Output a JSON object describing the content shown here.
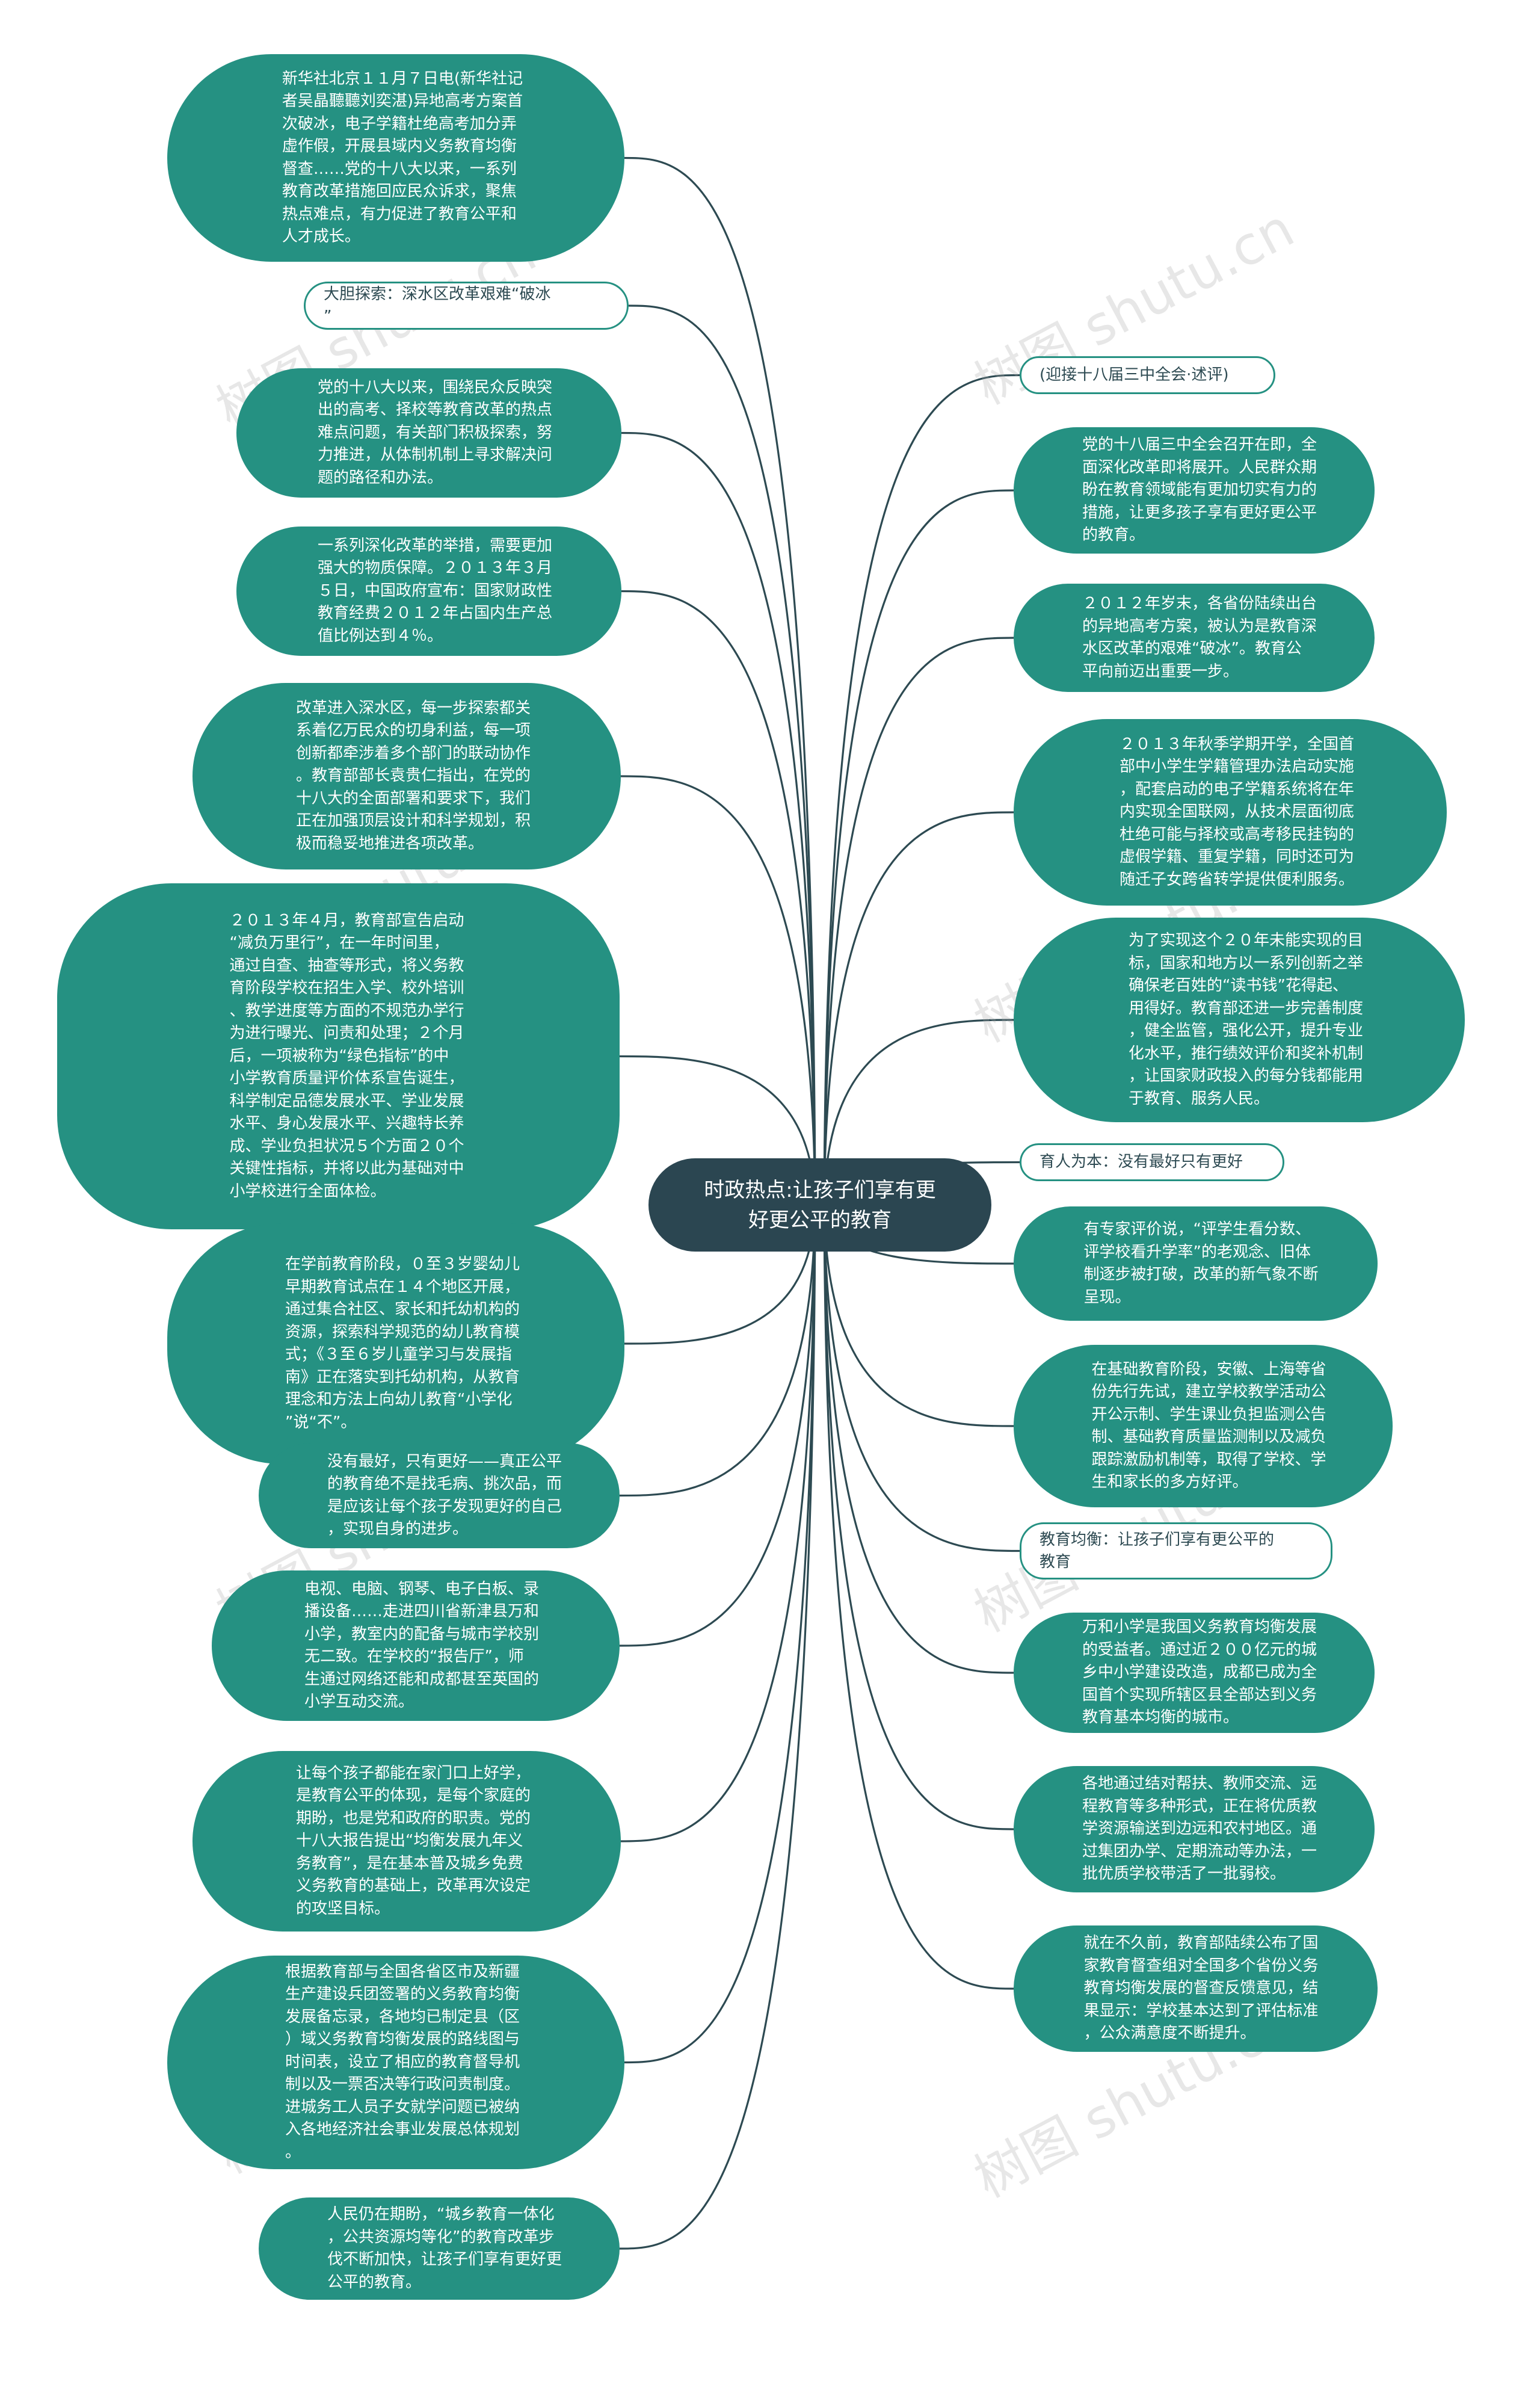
{
  "center": {
    "text": "时政热点:让孩子们享有更\n好更公平的教育"
  },
  "left_nodes": [
    {
      "text": "新华社北京１１月７日电(新华社记\n者吴晶聽聽刘奕湛)异地高考方案首\n次破冰，电子学籍杜绝高考加分弄\n虚作假，开展县域内义务教育均衡\n督查……党的十八大以来，一系列\n教育改革措施回应民众诉求，聚焦\n热点难点，有力促进了教育公平和\n人才成长。"
    },
    {
      "text": "大胆探索：深水区改革艰难“破冰\n”"
    },
    {
      "text": "党的十八大以来，围绕民众反映突\n出的高考、择校等教育改革的热点\n难点问题，有关部门积极探索，努\n力推进，从体制机制上寻求解决问\n题的路径和办法。"
    },
    {
      "text": "一系列深化改革的举措，需要更加\n强大的物质保障。２０１３年３月\n５日，中国政府宣布：国家财政性\n教育经费２０１２年占国内生产总\n值比例达到４％。"
    },
    {
      "text": "改革进入深水区，每一步探索都关\n系着亿万民众的切身利益，每一项\n创新都牵涉着多个部门的联动协作\n。教育部部长袁贵仁指出，在党的\n十八大的全面部署和要求下，我们\n正在加强顶层设计和科学规划，积\n极而稳妥地推进各项改革。"
    },
    {
      "text": "２０１３年４月，教育部宣告启动\n“减负万里行”，在一年时间里，\n通过自查、抽查等形式，将义务教\n育阶段学校在招生入学、校外培训\n、教学进度等方面的不规范办学行\n为进行曝光、问责和处理；２个月\n后，一项被称为“绿色指标”的中\n小学教育质量评价体系宣告诞生，\n科学制定品德发展水平、学业发展\n水平、身心发展水平、兴趣特长养\n成、学业负担状况５个方面２０个\n关键性指标，并将以此为基础对中\n小学校进行全面体检。"
    },
    {
      "text": "在学前教育阶段，０至３岁婴幼儿\n早期教育试点在１４个地区开展，\n通过集合社区、家长和托幼机构的\n资源，探索科学规范的幼儿教育模\n式；《３至６岁儿童学习与发展指\n南》正在落实到托幼机构，从教育\n理念和方法上向幼儿教育“小学化\n”说“不”。"
    },
    {
      "text": "没有最好，只有更好——真正公平\n的教育绝不是找毛病、挑次品，而\n是应该让每个孩子发现更好的自己\n，实现自身的进步。"
    },
    {
      "text": "电视、电脑、钢琴、电子白板、录\n播设备……走进四川省新津县万和\n小学，教室内的配备与城市学校别\n无二致。在学校的“报告厅”，师\n生通过网络还能和成都甚至英国的\n小学互动交流。"
    },
    {
      "text": "让每个孩子都能在家门口上好学，\n是教育公平的体现，是每个家庭的\n期盼，也是党和政府的职责。党的\n十八大报告提出“均衡发展九年义\n务教育”，是在基本普及城乡免费\n义务教育的基础上，改革再次设定\n的攻坚目标。"
    },
    {
      "text": "根据教育部与全国各省区市及新疆\n生产建设兵团签署的义务教育均衡\n发展备忘录，各地均已制定县（区\n）域义务教育均衡发展的路线图与\n时间表，设立了相应的教育督导机\n制以及一票否决等行政问责制度。\n进城务工人员子女就学问题已被纳\n入各地经济社会事业发展总体规划\n。"
    },
    {
      "text": "人民仍在期盼，“城乡教育一体化\n，公共资源均等化”的教育改革步\n伐不断加快，让孩子们享有更好更\n公平的教育。"
    }
  ],
  "right_nodes": [
    {
      "text": "(迎接十八届三中全会·述评)"
    },
    {
      "text": "党的十八届三中全会召开在即，全\n面深化改革即将展开。人民群众期\n盼在教育领域能有更加切实有力的\n措施，让更多孩子享有更好更公平\n的教育。"
    },
    {
      "text": "２０１２年岁末，各省份陆续出台\n的异地高考方案，被认为是教育深\n水区改革的艰难“破冰”。教育公\n平向前迈出重要一步。"
    },
    {
      "text": "２０１３年秋季学期开学，全国首\n部中小学生学籍管理办法启动实施\n，配套启动的电子学籍系统将在年\n内实现全国联网，从技术层面彻底\n杜绝可能与择校或高考移民挂钩的\n虚假学籍、重复学籍，同时还可为\n随迁子女跨省转学提供便利服务。"
    },
    {
      "text": "为了实现这个２０年未能实现的目\n标，国家和地方以一系列创新之举\n确保老百姓的“读书钱”花得起、\n用得好。教育部还进一步完善制度\n，健全监管，强化公开，提升专业\n化水平，推行绩效评价和奖补机制\n，让国家财政投入的每分钱都能用\n于教育、服务人民。"
    },
    {
      "text": "育人为本：没有最好只有更好"
    },
    {
      "text": "有专家评价说，“评学生看分数、\n评学校看升学率”的老观念、旧体\n制逐步被打破，改革的新气象不断\n呈现。"
    },
    {
      "text": "在基础教育阶段，安徽、上海等省\n份先行先试，建立学校教学活动公\n开公示制、学生课业负担监测公告\n制、基础教育质量监测制以及减负\n跟踪激励机制等，取得了学校、学\n生和家长的多方好评。"
    },
    {
      "text": "教育均衡：让孩子们享有更公平的\n教育"
    },
    {
      "text": "万和小学是我国义务教育均衡发展\n的受益者。通过近２００亿元的城\n乡中小学建设改造，成都已成为全\n国首个实现所辖区县全部达到义务\n教育基本均衡的城市。"
    },
    {
      "text": "各地通过结对帮扶、教师交流、远\n程教育等多种形式，正在将优质教\n学资源输送到边远和农村地区。通\n过集团办学、定期流动等办法，一\n批优质学校带活了一批弱校。"
    },
    {
      "text": "就在不久前，教育部陆续公布了国\n家教育督查组对全国多个省份义务\n教育均衡发展的督查反馈意见，结\n果显示：学校基本达到了评估标准\n，公众满意度不断提升。"
    }
  ],
  "watermark": "树图 shutu.cn",
  "colors": {
    "node": "#259182",
    "center": "#2b4651",
    "edge": "#2d4a52",
    "background": "#ffffff"
  }
}
